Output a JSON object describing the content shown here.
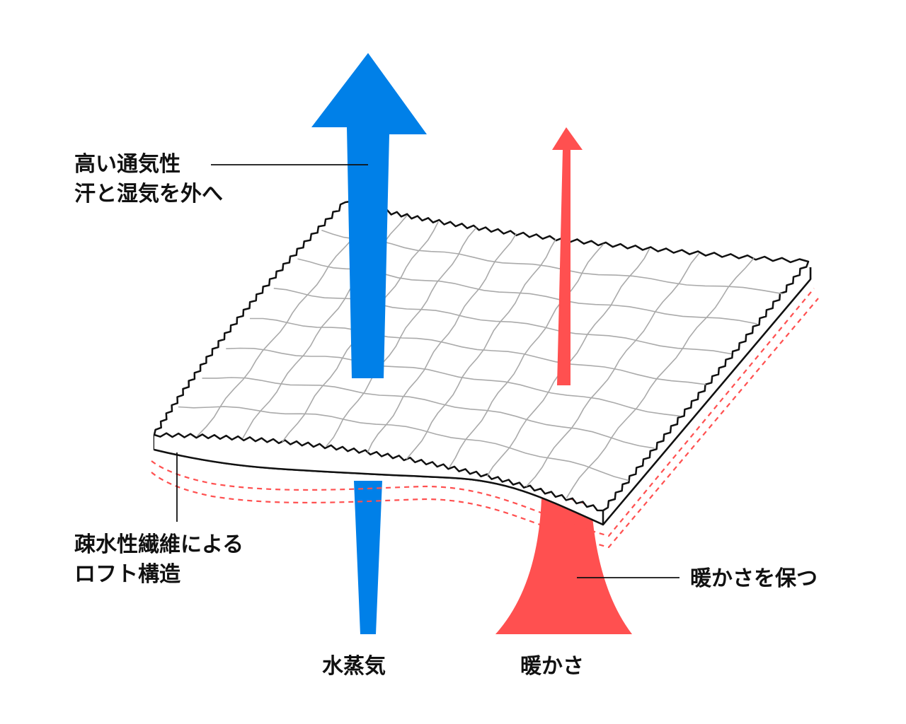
{
  "colors": {
    "vapor_arrow": "#0080E8",
    "warmth_arrow": "#FF5050",
    "outline": "#111111",
    "grid": "#AAAAAA",
    "dashed_layer": "#FF5050",
    "background": "#FFFFFF"
  },
  "labels": {
    "breathability": {
      "line1": "高い通気性",
      "line2": "汗と湿気を外へ"
    },
    "fiber_structure": {
      "line1": "疎水性繊維による",
      "line2": "ロフト構造"
    },
    "keep_warm": "暖かさを保つ",
    "water_vapor": "水蒸気",
    "warmth": "暖かさ"
  }
}
